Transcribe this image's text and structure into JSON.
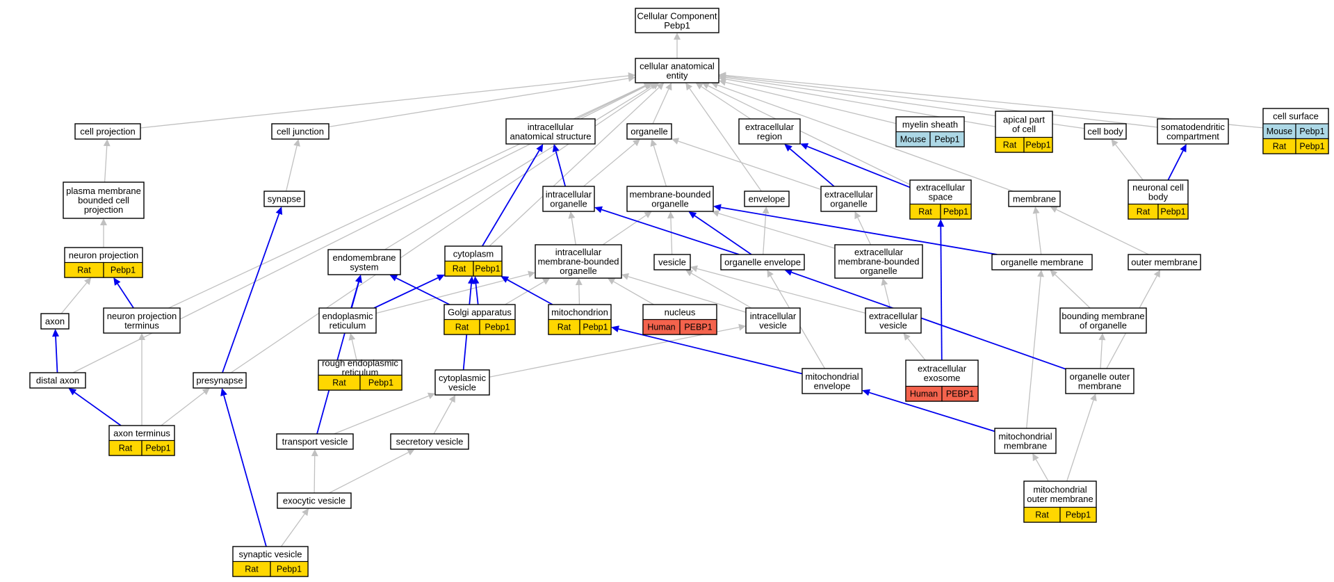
{
  "colors": {
    "rat": "#ffd700",
    "mouse": "#add8e6",
    "human": "#f4634d",
    "is_a_edge": "#c0c0c0",
    "part_of_edge": "#0000ee"
  },
  "nodes": [
    {
      "id": "root",
      "lines": [
        "Cellular Component",
        "Pebp1"
      ],
      "annotations": []
    },
    {
      "id": "cae",
      "lines": [
        "cellular anatomical",
        "entity"
      ],
      "annotations": []
    },
    {
      "id": "cellproj",
      "lines": [
        "cell projection"
      ],
      "annotations": []
    },
    {
      "id": "celljunc",
      "lines": [
        "cell junction"
      ],
      "annotations": []
    },
    {
      "id": "ias",
      "lines": [
        "intracellular",
        "anatomical structure"
      ],
      "annotations": []
    },
    {
      "id": "organelle",
      "lines": [
        "organelle"
      ],
      "annotations": []
    },
    {
      "id": "extreg",
      "lines": [
        "extracellular",
        "region"
      ],
      "annotations": []
    },
    {
      "id": "myelin",
      "lines": [
        "myelin sheath"
      ],
      "annotations": [
        {
          "species": "Mouse",
          "gene": "Pebp1"
        }
      ]
    },
    {
      "id": "apical",
      "lines": [
        "apical part",
        "of cell"
      ],
      "annotations": [
        {
          "species": "Rat",
          "gene": "Pebp1"
        }
      ]
    },
    {
      "id": "cellbody",
      "lines": [
        "cell body"
      ],
      "annotations": []
    },
    {
      "id": "somato",
      "lines": [
        "somatodendritic",
        "compartment"
      ],
      "annotations": []
    },
    {
      "id": "cellsurf",
      "lines": [
        "cell surface"
      ],
      "annotations": [
        {
          "species": "Mouse",
          "gene": "Pebp1"
        },
        {
          "species": "Rat",
          "gene": "Pebp1"
        }
      ]
    },
    {
      "id": "pmbcp",
      "lines": [
        "plasma membrane",
        "bounded cell",
        "projection"
      ],
      "annotations": []
    },
    {
      "id": "synapse",
      "lines": [
        "synapse"
      ],
      "annotations": []
    },
    {
      "id": "intorg",
      "lines": [
        "intracellular",
        "organelle"
      ],
      "annotations": []
    },
    {
      "id": "mbo",
      "lines": [
        "membrane-bounded",
        "organelle"
      ],
      "annotations": []
    },
    {
      "id": "envelope",
      "lines": [
        "envelope"
      ],
      "annotations": []
    },
    {
      "id": "extorg",
      "lines": [
        "extracellular",
        "organelle"
      ],
      "annotations": []
    },
    {
      "id": "extspace",
      "lines": [
        "extracellular",
        "space"
      ],
      "annotations": [
        {
          "species": "Rat",
          "gene": "Pebp1"
        }
      ]
    },
    {
      "id": "membrane",
      "lines": [
        "membrane"
      ],
      "annotations": []
    },
    {
      "id": "ncb",
      "lines": [
        "neuronal cell",
        "body"
      ],
      "annotations": [
        {
          "species": "Rat",
          "gene": "Pebp1"
        }
      ]
    },
    {
      "id": "neuproj",
      "lines": [
        "neuron projection"
      ],
      "annotations": [
        {
          "species": "Rat",
          "gene": "Pebp1"
        }
      ]
    },
    {
      "id": "endomem",
      "lines": [
        "endomembrane",
        "system"
      ],
      "annotations": []
    },
    {
      "id": "cytoplasm",
      "lines": [
        "cytoplasm"
      ],
      "annotations": [
        {
          "species": "Rat",
          "gene": "Pebp1"
        }
      ]
    },
    {
      "id": "imbo",
      "lines": [
        "intracellular",
        "membrane-bounded",
        "organelle"
      ],
      "annotations": []
    },
    {
      "id": "vesicle",
      "lines": [
        "vesicle"
      ],
      "annotations": []
    },
    {
      "id": "orgenv",
      "lines": [
        "organelle envelope"
      ],
      "annotations": []
    },
    {
      "id": "embo",
      "lines": [
        "extracellular",
        "membrane-bounded",
        "organelle"
      ],
      "annotations": []
    },
    {
      "id": "orgmem",
      "lines": [
        "organelle membrane"
      ],
      "annotations": []
    },
    {
      "id": "outermem",
      "lines": [
        "outer membrane"
      ],
      "annotations": []
    },
    {
      "id": "axon",
      "lines": [
        "axon"
      ],
      "annotations": []
    },
    {
      "id": "npt",
      "lines": [
        "neuron projection",
        "terminus"
      ],
      "annotations": []
    },
    {
      "id": "er",
      "lines": [
        "endoplasmic",
        "reticulum"
      ],
      "annotations": []
    },
    {
      "id": "golgi",
      "lines": [
        "Golgi apparatus"
      ],
      "annotations": [
        {
          "species": "Rat",
          "gene": "Pebp1"
        }
      ]
    },
    {
      "id": "mito",
      "lines": [
        "mitochondrion"
      ],
      "annotations": [
        {
          "species": "Rat",
          "gene": "Pebp1"
        }
      ]
    },
    {
      "id": "nucleus",
      "lines": [
        "nucleus"
      ],
      "annotations": [
        {
          "species": "Human",
          "gene": "PEBP1"
        }
      ]
    },
    {
      "id": "intves",
      "lines": [
        "intracellular",
        "vesicle"
      ],
      "annotations": []
    },
    {
      "id": "extves",
      "lines": [
        "extracellular",
        "vesicle"
      ],
      "annotations": []
    },
    {
      "id": "bmo",
      "lines": [
        "bounding membrane",
        "of organelle"
      ],
      "annotations": []
    },
    {
      "id": "rer",
      "lines": [
        "rough endoplasmic",
        "reticulum"
      ],
      "annotations": [
        {
          "species": "Rat",
          "gene": "Pebp1"
        }
      ]
    },
    {
      "id": "distaxon",
      "lines": [
        "distal axon"
      ],
      "annotations": []
    },
    {
      "id": "presyn",
      "lines": [
        "presynapse"
      ],
      "annotations": []
    },
    {
      "id": "cytoves",
      "lines": [
        "cytoplasmic",
        "vesicle"
      ],
      "annotations": []
    },
    {
      "id": "mitoenv",
      "lines": [
        "mitochondrial",
        "envelope"
      ],
      "annotations": []
    },
    {
      "id": "extexo",
      "lines": [
        "extracellular",
        "exosome"
      ],
      "annotations": [
        {
          "species": "Human",
          "gene": "PEBP1"
        }
      ]
    },
    {
      "id": "orgoutmem",
      "lines": [
        "organelle outer",
        "membrane"
      ],
      "annotations": []
    },
    {
      "id": "axonterm",
      "lines": [
        "axon terminus"
      ],
      "annotations": [
        {
          "species": "Rat",
          "gene": "Pebp1"
        }
      ]
    },
    {
      "id": "transves",
      "lines": [
        "transport vesicle"
      ],
      "annotations": []
    },
    {
      "id": "secves",
      "lines": [
        "secretory vesicle"
      ],
      "annotations": []
    },
    {
      "id": "mitomem",
      "lines": [
        "mitochondrial",
        "membrane"
      ],
      "annotations": []
    },
    {
      "id": "exoves",
      "lines": [
        "exocytic vesicle"
      ],
      "annotations": []
    },
    {
      "id": "mom",
      "lines": [
        "mitochondrial",
        "outer membrane"
      ],
      "annotations": [
        {
          "species": "Rat",
          "gene": "Pebp1"
        }
      ]
    },
    {
      "id": "synves",
      "lines": [
        "synaptic vesicle"
      ],
      "annotations": [
        {
          "species": "Rat",
          "gene": "Pebp1"
        }
      ]
    }
  ],
  "edges": [
    {
      "from": "cae",
      "to": "root",
      "type": "is_a"
    },
    {
      "from": "cellproj",
      "to": "cae",
      "type": "is_a"
    },
    {
      "from": "celljunc",
      "to": "cae",
      "type": "is_a"
    },
    {
      "from": "ias",
      "to": "cae",
      "type": "is_a"
    },
    {
      "from": "organelle",
      "to": "cae",
      "type": "is_a"
    },
    {
      "from": "extreg",
      "to": "cae",
      "type": "is_a"
    },
    {
      "from": "myelin",
      "to": "cae",
      "type": "is_a"
    },
    {
      "from": "apical",
      "to": "cae",
      "type": "is_a"
    },
    {
      "from": "cellbody",
      "to": "cae",
      "type": "is_a"
    },
    {
      "from": "somato",
      "to": "cae",
      "type": "is_a"
    },
    {
      "from": "cellsurf",
      "to": "cae",
      "type": "is_a"
    },
    {
      "from": "distaxon",
      "to": "cae",
      "type": "is_a"
    },
    {
      "from": "npt",
      "to": "cae",
      "type": "is_a"
    },
    {
      "from": "presyn",
      "to": "cae",
      "type": "is_a"
    },
    {
      "from": "endomem",
      "to": "cae",
      "type": "is_a"
    },
    {
      "from": "cytoplasm",
      "to": "cae",
      "type": "is_a"
    },
    {
      "from": "envelope",
      "to": "cae",
      "type": "is_a"
    },
    {
      "from": "extspace",
      "to": "cae",
      "type": "is_a"
    },
    {
      "from": "membrane",
      "to": "cae",
      "type": "is_a"
    },
    {
      "from": "pmbcp",
      "to": "cellproj",
      "type": "is_a"
    },
    {
      "from": "neuproj",
      "to": "pmbcp",
      "type": "is_a"
    },
    {
      "from": "synapse",
      "to": "celljunc",
      "type": "is_a"
    },
    {
      "from": "intorg",
      "to": "organelle",
      "type": "is_a"
    },
    {
      "from": "mbo",
      "to": "organelle",
      "type": "is_a"
    },
    {
      "from": "extorg",
      "to": "organelle",
      "type": "is_a"
    },
    {
      "from": "ncb",
      "to": "cellbody",
      "type": "is_a"
    },
    {
      "from": "imbo",
      "to": "intorg",
      "type": "is_a"
    },
    {
      "from": "imbo",
      "to": "mbo",
      "type": "is_a"
    },
    {
      "from": "vesicle",
      "to": "mbo",
      "type": "is_a"
    },
    {
      "from": "orgenv",
      "to": "envelope",
      "type": "is_a"
    },
    {
      "from": "embo",
      "to": "extorg",
      "type": "is_a"
    },
    {
      "from": "embo",
      "to": "mbo",
      "type": "is_a"
    },
    {
      "from": "orgmem",
      "to": "membrane",
      "type": "is_a"
    },
    {
      "from": "outermem",
      "to": "membrane",
      "type": "is_a"
    },
    {
      "from": "axon",
      "to": "neuproj",
      "type": "is_a"
    },
    {
      "from": "er",
      "to": "imbo",
      "type": "is_a"
    },
    {
      "from": "golgi",
      "to": "imbo",
      "type": "is_a"
    },
    {
      "from": "mito",
      "to": "imbo",
      "type": "is_a"
    },
    {
      "from": "nucleus",
      "to": "imbo",
      "type": "is_a"
    },
    {
      "from": "intves",
      "to": "imbo",
      "type": "is_a"
    },
    {
      "from": "intves",
      "to": "vesicle",
      "type": "is_a"
    },
    {
      "from": "extves",
      "to": "embo",
      "type": "is_a"
    },
    {
      "from": "extves",
      "to": "vesicle",
      "type": "is_a"
    },
    {
      "from": "bmo",
      "to": "orgmem",
      "type": "is_a"
    },
    {
      "from": "mitoenv",
      "to": "orgenv",
      "type": "is_a"
    },
    {
      "from": "rer",
      "to": "er",
      "type": "is_a"
    },
    {
      "from": "cytoves",
      "to": "intves",
      "type": "is_a"
    },
    {
      "from": "extexo",
      "to": "extves",
      "type": "is_a"
    },
    {
      "from": "orgoutmem",
      "to": "bmo",
      "type": "is_a"
    },
    {
      "from": "orgoutmem",
      "to": "outermem",
      "type": "is_a"
    },
    {
      "from": "axonterm",
      "to": "npt",
      "type": "is_a"
    },
    {
      "from": "axonterm",
      "to": "presyn",
      "type": "is_a"
    },
    {
      "from": "transves",
      "to": "cytoves",
      "type": "is_a"
    },
    {
      "from": "secves",
      "to": "cytoves",
      "type": "is_a"
    },
    {
      "from": "mitomem",
      "to": "orgmem",
      "type": "is_a"
    },
    {
      "from": "exoves",
      "to": "transves",
      "type": "is_a"
    },
    {
      "from": "exoves",
      "to": "secves",
      "type": "is_a"
    },
    {
      "from": "mom",
      "to": "mitomem",
      "type": "is_a"
    },
    {
      "from": "mom",
      "to": "orgoutmem",
      "type": "is_a"
    },
    {
      "from": "synves",
      "to": "exoves",
      "type": "is_a"
    },
    {
      "from": "intorg",
      "to": "ias",
      "type": "part_of"
    },
    {
      "from": "cytoplasm",
      "to": "ias",
      "type": "part_of"
    },
    {
      "from": "extorg",
      "to": "extreg",
      "type": "part_of"
    },
    {
      "from": "extspace",
      "to": "extreg",
      "type": "part_of"
    },
    {
      "from": "ncb",
      "to": "somato",
      "type": "part_of"
    },
    {
      "from": "orgenv",
      "to": "intorg",
      "type": "part_of"
    },
    {
      "from": "orgenv",
      "to": "mbo",
      "type": "part_of"
    },
    {
      "from": "orgmem",
      "to": "mbo",
      "type": "part_of"
    },
    {
      "from": "npt",
      "to": "neuproj",
      "type": "part_of"
    },
    {
      "from": "er",
      "to": "endomem",
      "type": "part_of"
    },
    {
      "from": "er",
      "to": "cytoplasm",
      "type": "part_of"
    },
    {
      "from": "golgi",
      "to": "endomem",
      "type": "part_of"
    },
    {
      "from": "golgi",
      "to": "cytoplasm",
      "type": "part_of"
    },
    {
      "from": "mito",
      "to": "cytoplasm",
      "type": "part_of"
    },
    {
      "from": "distaxon",
      "to": "axon",
      "type": "part_of"
    },
    {
      "from": "presyn",
      "to": "synapse",
      "type": "part_of"
    },
    {
      "from": "cytoves",
      "to": "cytoplasm",
      "type": "part_of"
    },
    {
      "from": "mitoenv",
      "to": "mito",
      "type": "part_of"
    },
    {
      "from": "extexo",
      "to": "extspace",
      "type": "part_of"
    },
    {
      "from": "orgoutmem",
      "to": "orgenv",
      "type": "part_of"
    },
    {
      "from": "axonterm",
      "to": "distaxon",
      "type": "part_of"
    },
    {
      "from": "transves",
      "to": "endomem",
      "type": "part_of"
    },
    {
      "from": "mitomem",
      "to": "mitoenv",
      "type": "part_of"
    },
    {
      "from": "synves",
      "to": "presyn",
      "type": "part_of"
    }
  ]
}
